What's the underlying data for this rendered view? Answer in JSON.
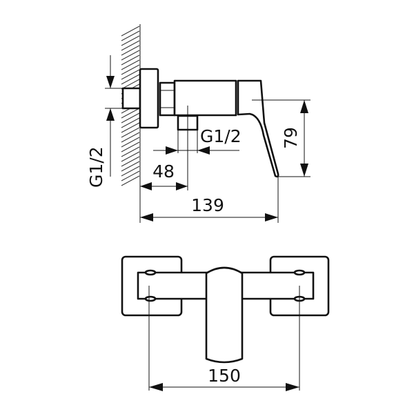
{
  "drawing": {
    "side_view": {
      "inlet_thread_label": "G1/2",
      "outlet_thread_label": "G1/2",
      "outlet_offset_label": "48",
      "depth_label": "139",
      "handle_height_label": "79"
    },
    "top_view": {
      "center_distance_label": "150"
    }
  }
}
